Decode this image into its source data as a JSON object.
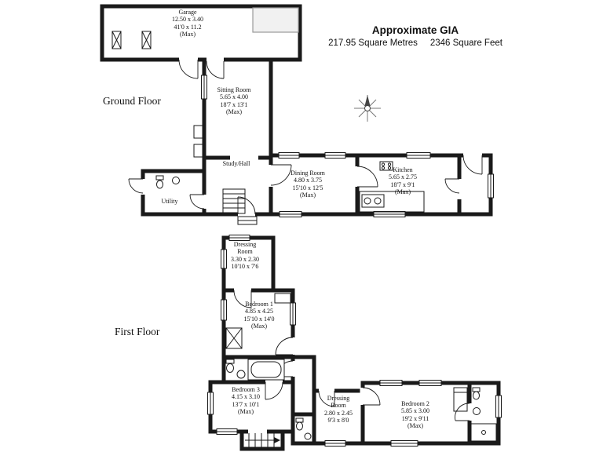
{
  "header": {
    "title": "Approximate GIA",
    "metric_area": "217.95 Square Metres",
    "imperial_area": "2346 Square Feet"
  },
  "floors": {
    "ground": {
      "label": "Ground Floor"
    },
    "first": {
      "label": "First Floor"
    }
  },
  "rooms": {
    "garage": {
      "name": "Garage",
      "metric": "12.50 x 3.40",
      "imperial": "41'0 x 11.2",
      "max": "(Max)"
    },
    "sitting_room": {
      "name": "Sitting Room",
      "metric": "5.65 x 4.00",
      "imperial": "18'7 x 13'1",
      "max": "(Max)"
    },
    "study_hall": {
      "name": "Study/Hall"
    },
    "utility": {
      "name": "Utility"
    },
    "dining_room": {
      "name": "Dining Room",
      "metric": "4.80 x 3.75",
      "imperial": "15'10 x 12'5",
      "max": "(Max)"
    },
    "kitchen": {
      "name": "Kitchen",
      "metric": "5.65 x 2.75",
      "imperial": "18'7 x 9'1",
      "max": "(Max)"
    },
    "dressing_room_1": {
      "name": "Dressing Room",
      "metric": "3.30 x 2.30",
      "imperial": "10'10 x 7'6"
    },
    "bedroom_1": {
      "name": "Bedroom 1",
      "metric": "4.85 x 4.25",
      "imperial": "15'10 x 14'0",
      "max": "(Max)"
    },
    "bedroom_3": {
      "name": "Bedroom 3",
      "metric": "4.15 x 3.10",
      "imperial": "13'7 x 10'1",
      "max": "(Max)"
    },
    "dressing_room_2": {
      "name": "Dressing Room",
      "metric": "2.80 x 2.45",
      "imperial": "9'3 x 8'0"
    },
    "bedroom_2": {
      "name": "Bedroom 2",
      "metric": "5.85 x 3.00",
      "imperial": "19'2 x 9'11",
      "max": "(Max)"
    }
  },
  "colors": {
    "wall": "#1a1a1a",
    "background": "#ffffff"
  }
}
